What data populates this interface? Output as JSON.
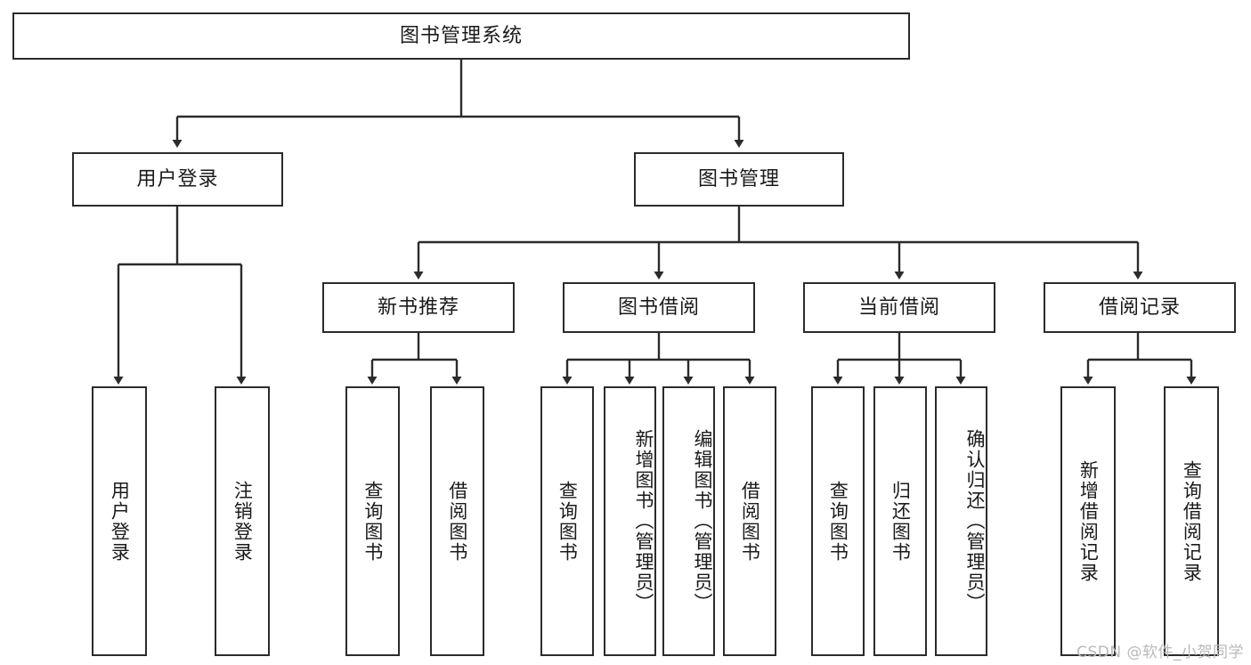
{
  "diagram": {
    "title": "图书管理系统",
    "type": "tree-hierarchy",
    "root": {
      "id": "root",
      "label": "图书管理系统"
    },
    "level1": [
      {
        "id": "user-login",
        "label": "用户登录"
      },
      {
        "id": "book-manage",
        "label": "图书管理"
      }
    ],
    "level2": [
      {
        "id": "new-book-rec",
        "label": "新书推荐",
        "parent": "book-manage"
      },
      {
        "id": "book-borrow",
        "label": "图书借阅",
        "parent": "book-manage"
      },
      {
        "id": "current-borrow",
        "label": "当前借阅",
        "parent": "book-manage"
      },
      {
        "id": "borrow-record",
        "label": "借阅记录",
        "parent": "book-manage"
      }
    ],
    "leaves": [
      {
        "id": "leaf-user-login",
        "label": "用户登录",
        "parent": "user-login"
      },
      {
        "id": "leaf-logout",
        "label": "注销登录",
        "parent": "user-login"
      },
      {
        "id": "leaf-query-book-1",
        "label": "查询图书",
        "parent": "new-book-rec"
      },
      {
        "id": "leaf-borrow-book-1",
        "label": "借阅图书",
        "parent": "new-book-rec"
      },
      {
        "id": "leaf-query-book-2",
        "label": "查询图书",
        "parent": "book-borrow"
      },
      {
        "id": "leaf-add-book",
        "label": "新增图书（管理员）",
        "parent": "book-borrow"
      },
      {
        "id": "leaf-edit-book",
        "label": "编辑图书（管理员）",
        "parent": "book-borrow"
      },
      {
        "id": "leaf-borrow-book-2",
        "label": "借阅图书",
        "parent": "book-borrow"
      },
      {
        "id": "leaf-query-book-3",
        "label": "查询图书",
        "parent": "current-borrow"
      },
      {
        "id": "leaf-return-book",
        "label": "归还图书",
        "parent": "current-borrow"
      },
      {
        "id": "leaf-confirm-return",
        "label": "确认归还（管理员）",
        "parent": "current-borrow"
      },
      {
        "id": "leaf-add-record",
        "label": "新增借阅记录",
        "parent": "borrow-record"
      },
      {
        "id": "leaf-query-record",
        "label": "查询借阅记录",
        "parent": "borrow-record"
      }
    ],
    "watermark": "CSDN @软件_小贺同学",
    "colors": {
      "stroke": "#2b2b2b",
      "background": "#ffffff",
      "text": "#1a1a1a",
      "watermark": "#b9b9b9"
    }
  }
}
